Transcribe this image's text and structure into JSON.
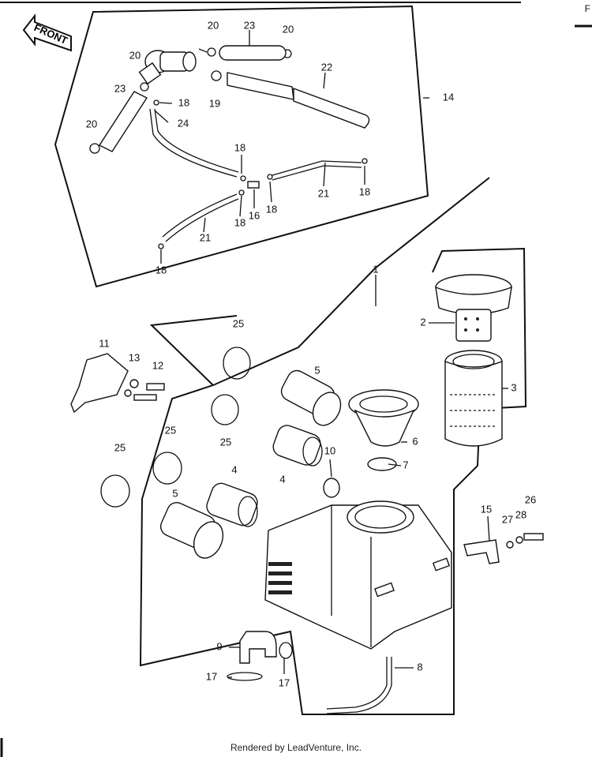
{
  "front_arrow": {
    "label": "FRONT"
  },
  "part_labels": [
    {
      "id": "lbl-1",
      "text": "1"
    },
    {
      "id": "lbl-2",
      "text": "2"
    },
    {
      "id": "lbl-3",
      "text": "3"
    },
    {
      "id": "lbl-4a",
      "text": "4"
    },
    {
      "id": "lbl-4b",
      "text": "4"
    },
    {
      "id": "lbl-5a",
      "text": "5"
    },
    {
      "id": "lbl-5b",
      "text": "5"
    },
    {
      "id": "lbl-6",
      "text": "6"
    },
    {
      "id": "lbl-7",
      "text": "7"
    },
    {
      "id": "lbl-8",
      "text": "8"
    },
    {
      "id": "lbl-9",
      "text": "9"
    },
    {
      "id": "lbl-10",
      "text": "10"
    },
    {
      "id": "lbl-11",
      "text": "11"
    },
    {
      "id": "lbl-12",
      "text": "12"
    },
    {
      "id": "lbl-13",
      "text": "13"
    },
    {
      "id": "lbl-14",
      "text": "14"
    },
    {
      "id": "lbl-15",
      "text": "15"
    },
    {
      "id": "lbl-16",
      "text": "16"
    },
    {
      "id": "lbl-17a",
      "text": "17"
    },
    {
      "id": "lbl-17b",
      "text": "17"
    },
    {
      "id": "lbl-18a",
      "text": "18"
    },
    {
      "id": "lbl-18b",
      "text": "18"
    },
    {
      "id": "lbl-18c",
      "text": "18"
    },
    {
      "id": "lbl-18d",
      "text": "18"
    },
    {
      "id": "lbl-18e",
      "text": "18"
    },
    {
      "id": "lbl-18f",
      "text": "18"
    },
    {
      "id": "lbl-19",
      "text": "19"
    },
    {
      "id": "lbl-20a",
      "text": "20"
    },
    {
      "id": "lbl-20b",
      "text": "20"
    },
    {
      "id": "lbl-20c",
      "text": "20"
    },
    {
      "id": "lbl-20d",
      "text": "20"
    },
    {
      "id": "lbl-21a",
      "text": "21"
    },
    {
      "id": "lbl-21b",
      "text": "21"
    },
    {
      "id": "lbl-22",
      "text": "22"
    },
    {
      "id": "lbl-23a",
      "text": "23"
    },
    {
      "id": "lbl-23b",
      "text": "23"
    },
    {
      "id": "lbl-24",
      "text": "24"
    },
    {
      "id": "lbl-25a",
      "text": "25"
    },
    {
      "id": "lbl-25b",
      "text": "25"
    },
    {
      "id": "lbl-25c",
      "text": "25"
    },
    {
      "id": "lbl-25d",
      "text": "25"
    },
    {
      "id": "lbl-26",
      "text": "26"
    },
    {
      "id": "lbl-27",
      "text": "27"
    },
    {
      "id": "lbl-28",
      "text": "28"
    }
  ],
  "header_fragment": "F",
  "footer": {
    "text": "Rendered by LeadVenture, Inc."
  }
}
